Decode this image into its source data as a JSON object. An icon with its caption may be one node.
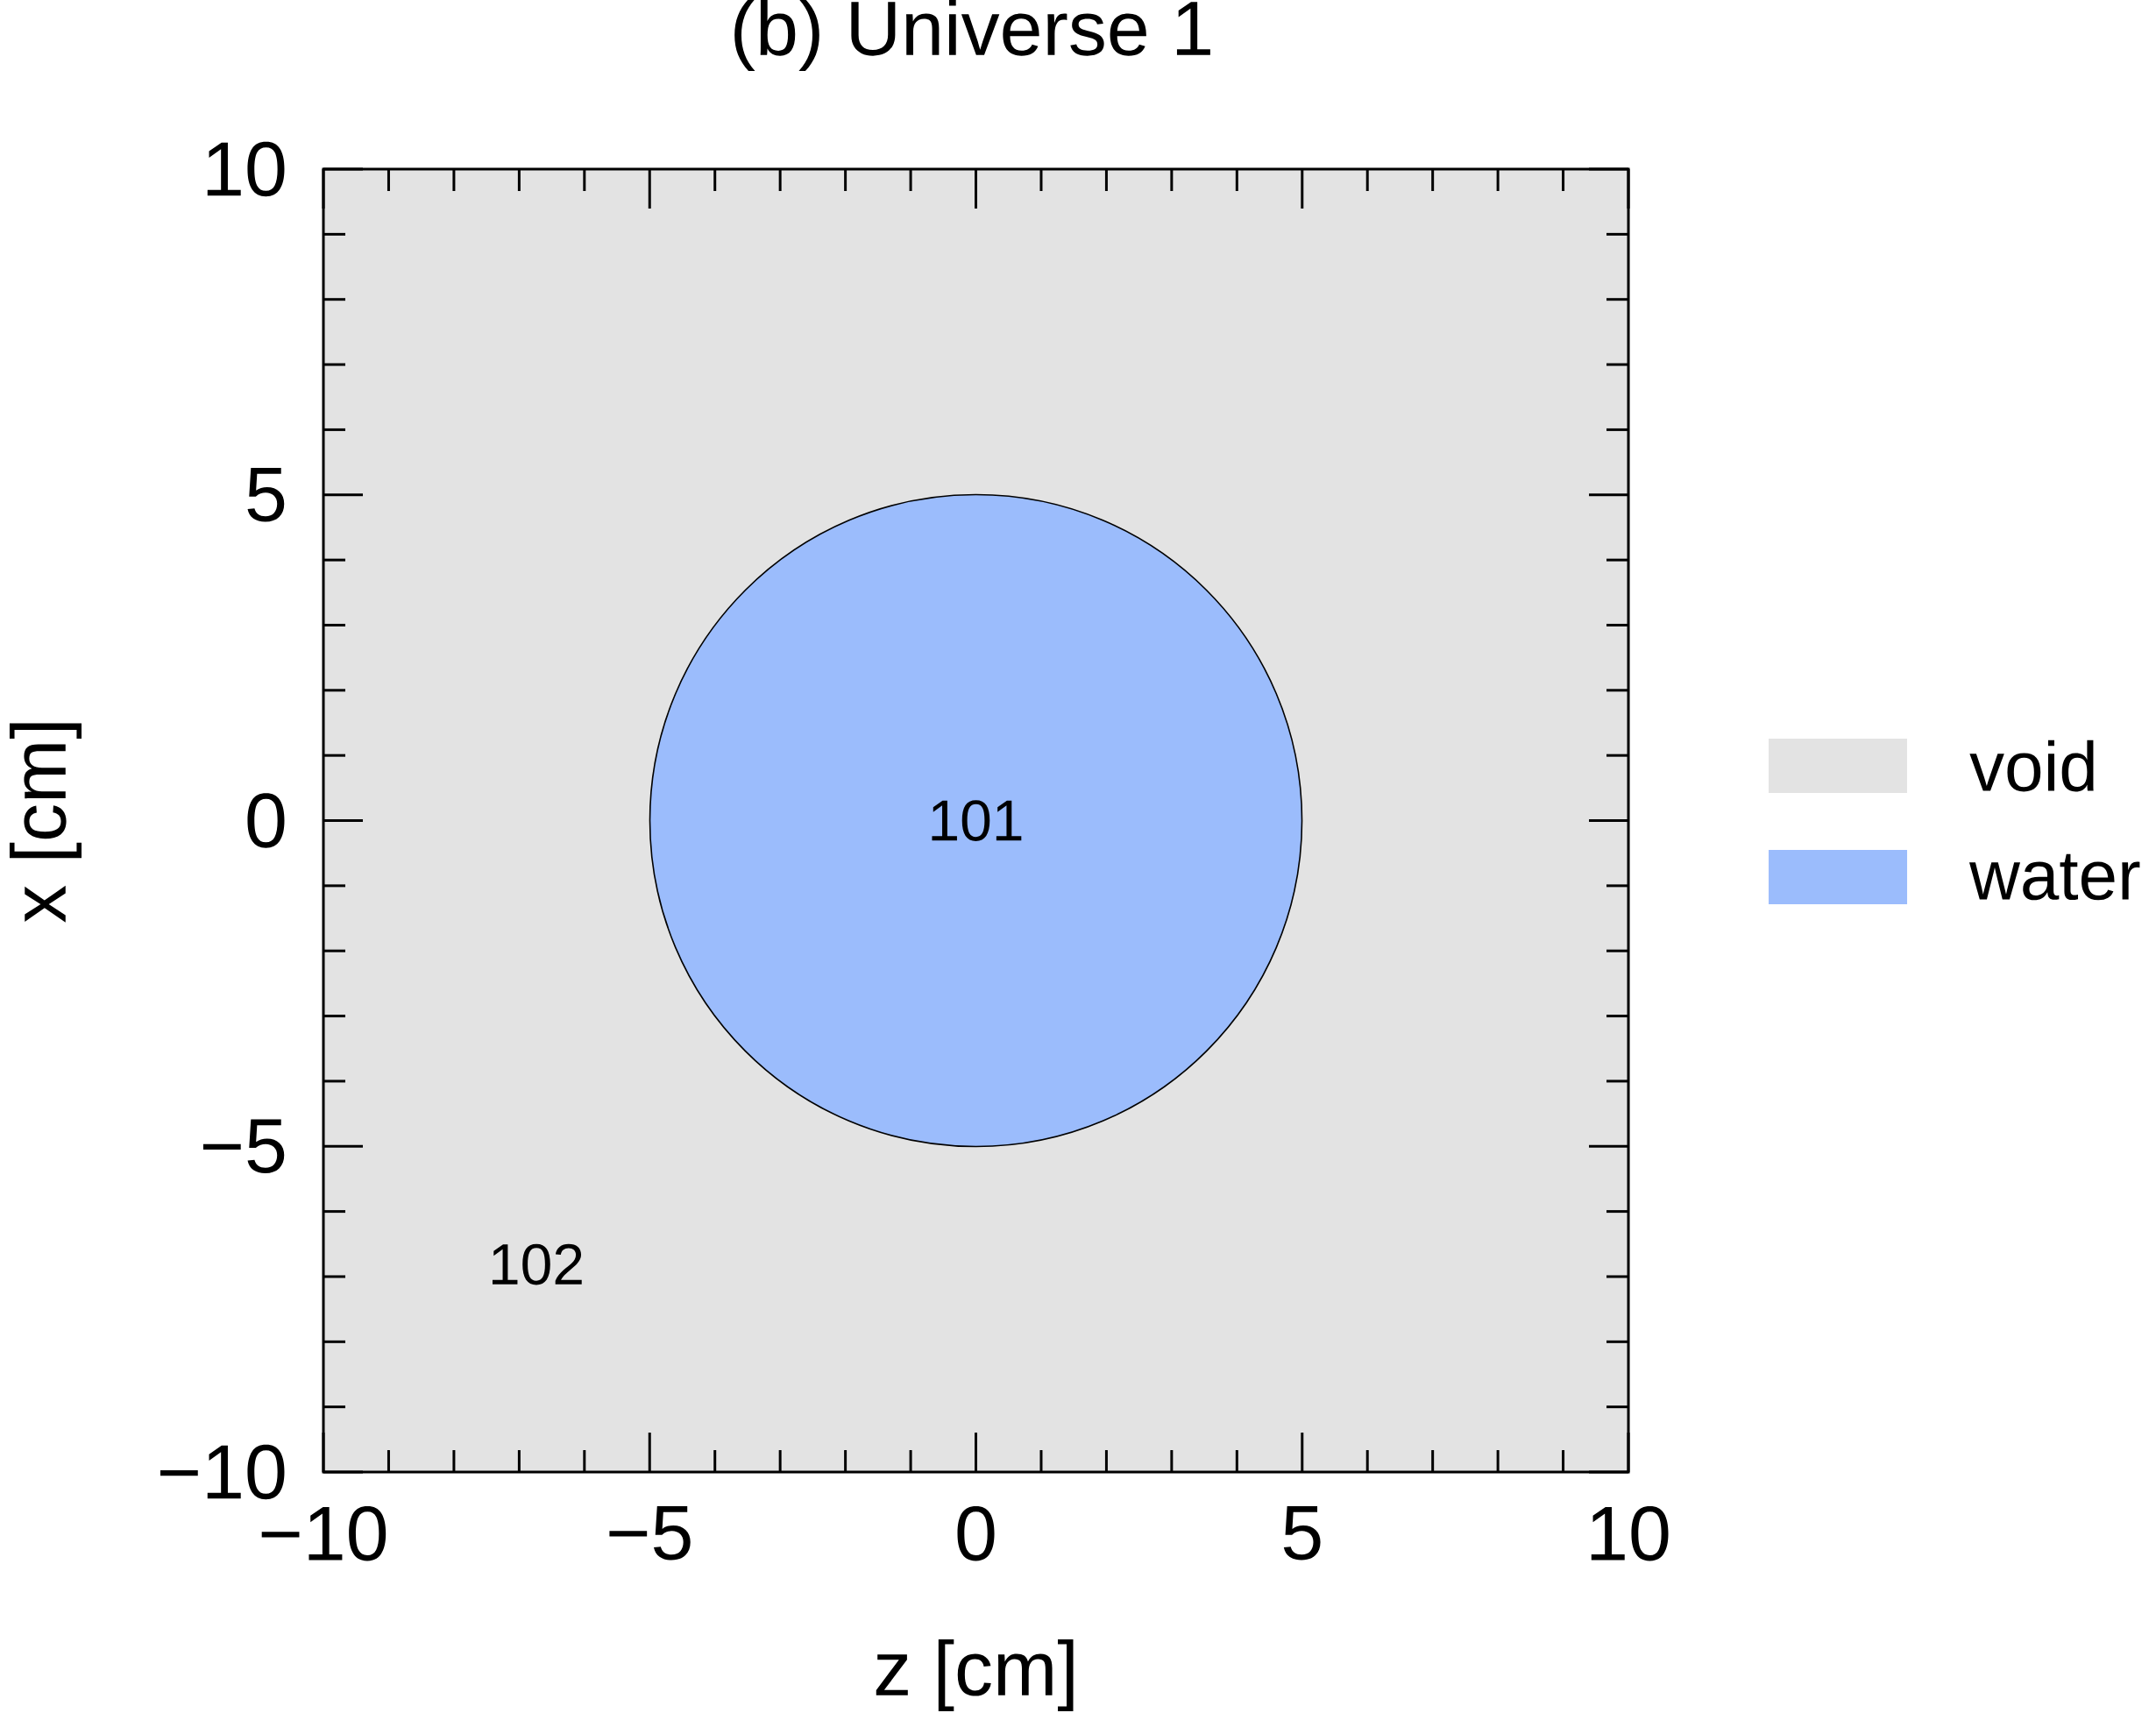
{
  "diagram": {
    "title": "(b) Universe 1",
    "nodes": [
      {
        "text": [
          "102"
        ]
      },
      {
        "text": [
          "101"
        ],
        "in": 0
      }
    ],
    "edges": [],
    "labels": [
      "10",
      "5",
      "0",
      "−5",
      "−10",
      "−10",
      "−5",
      "0",
      "5",
      "10",
      "x [cm]",
      "z [cm]"
    ],
    "legend": [
      {
        "text": "void",
        "color": "#e3e3e3"
      },
      {
        "text": "water",
        "color": "#9bbcfc"
      }
    ]
  }
}
